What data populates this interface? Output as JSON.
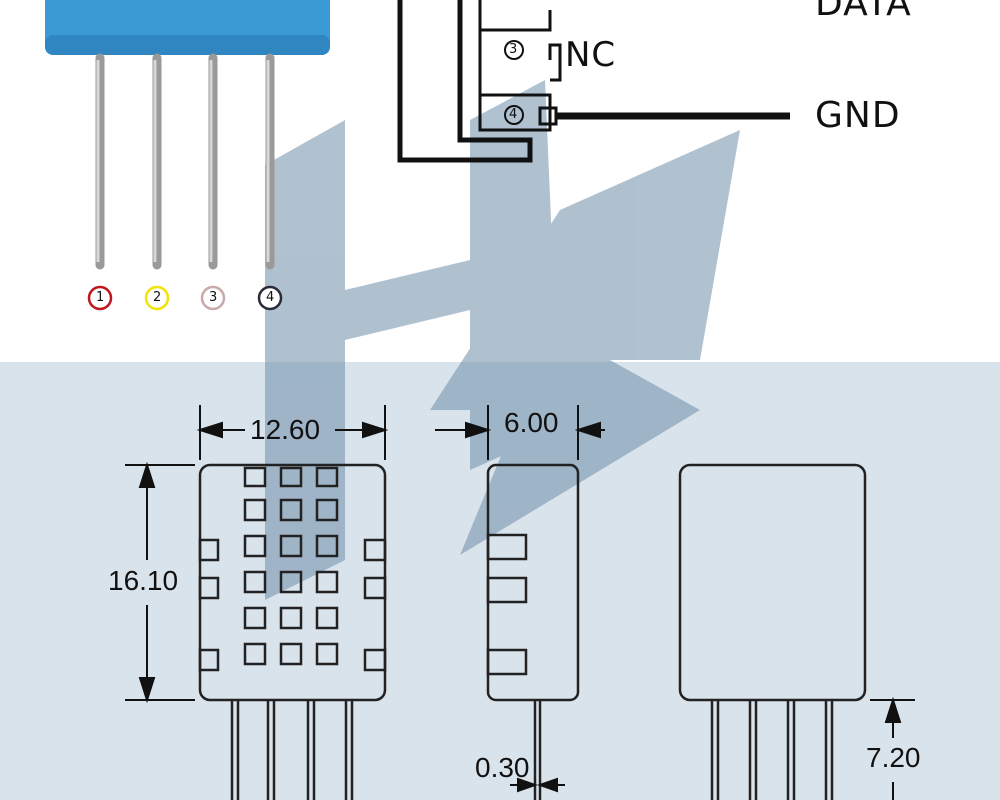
{
  "pinout": {
    "labels": {
      "data": "DATA",
      "nc": "NC",
      "gnd": "GND"
    },
    "connector_pins": [
      "3",
      "4"
    ],
    "pins": [
      {
        "number": "1",
        "color": "#c0151b"
      },
      {
        "number": "2",
        "color": "#f0e400"
      },
      {
        "number": "3",
        "color": "#c9a9a9"
      },
      {
        "number": "4",
        "color": "#2a2a3a"
      }
    ]
  },
  "dimensions": {
    "width": "12.60",
    "depth": "6.00",
    "height": "16.10",
    "pin_thickness": "0.30",
    "pin_length": "7.20"
  },
  "colors": {
    "sensor_body": "#3b9ad4",
    "lower_band": "#d9e3ec",
    "logo_watermark": "#6f8ea9"
  },
  "watermark": {
    "logo_text": "HS"
  }
}
